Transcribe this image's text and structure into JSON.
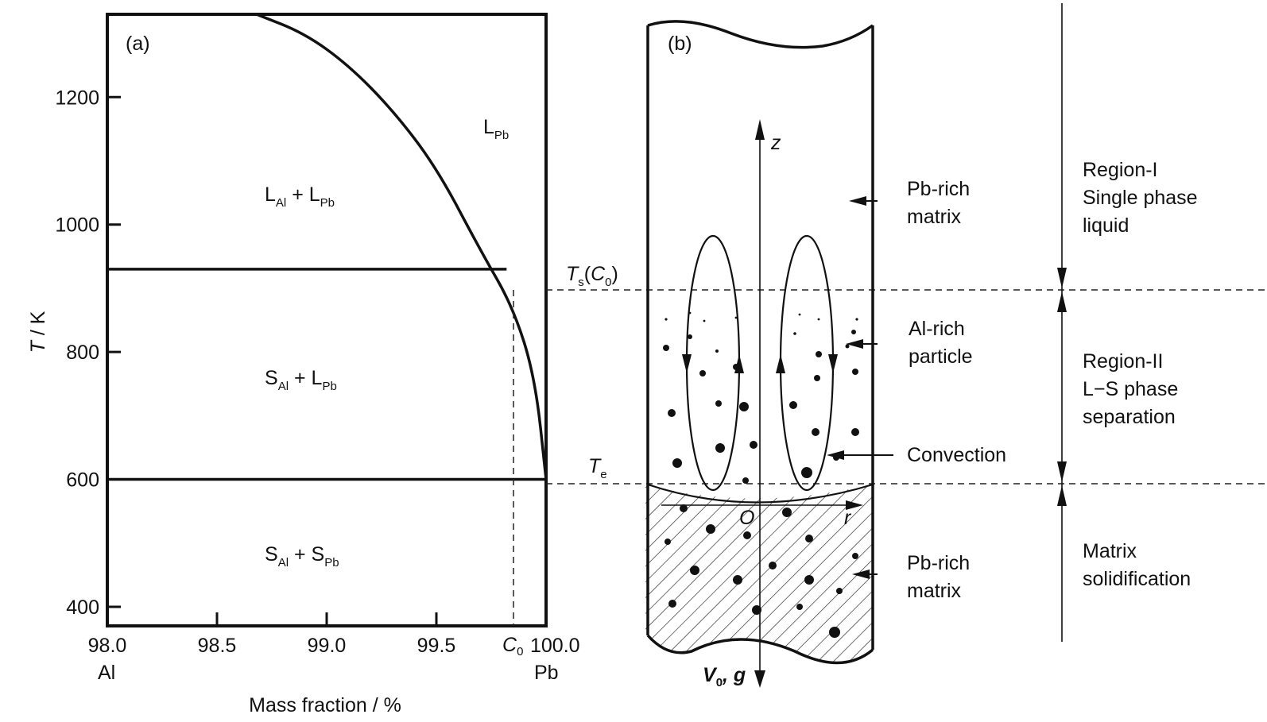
{
  "panel_a": {
    "label": "(a)",
    "chart_data": {
      "type": "line",
      "x_ticks": [
        "98.0",
        "98.5",
        "99.0",
        "99.5",
        "100.0"
      ],
      "x_end_labels": {
        "left": "Al",
        "right": "Pb"
      },
      "xlabel": "Mass fraction / %",
      "xlim": [
        98.0,
        100.0
      ],
      "y_ticks": [
        "400",
        "600",
        "800",
        "1000",
        "1200"
      ],
      "ylabel_italic": "T",
      "ylabel_rest": " / K",
      "ylim": [
        370,
        1330
      ],
      "c0_marker": {
        "main": "C",
        "sub": "0",
        "x": 99.85
      },
      "series": [
        {
          "name": "",
          "x": [
            98.68,
            98.9,
            99.1,
            99.3,
            99.5,
            99.7,
            99.85,
            99.95,
            100.0
          ],
          "y": [
            1330,
            1300,
            1250,
            1180,
            1090,
            960,
            870,
            760,
            600
          ]
        }
      ],
      "horizontal_lines": [
        {
          "y": 930,
          "x_from": 98.0,
          "x_to": 99.82
        },
        {
          "y": 600,
          "x_from": 98.0,
          "x_to": 100.0
        }
      ],
      "regions": [
        {
          "main": "L",
          "sub": "Pb",
          "rest": ""
        },
        {
          "main": "L",
          "sub": "Al",
          "rest": " + L",
          "sub2": "Pb"
        },
        {
          "main": "S",
          "sub": "Al",
          "rest": " + L",
          "sub2": "Pb"
        },
        {
          "main": "S",
          "sub": "Al",
          "rest": " + S",
          "sub2": "Pb"
        }
      ]
    }
  },
  "panel_b": {
    "label": "(b)",
    "ts_label": {
      "main": "T",
      "sub": "s",
      "rest_open": "(",
      "c": "C",
      "csub": "0",
      "rest_close": ")"
    },
    "te_label": {
      "main": "T",
      "sub": "e"
    },
    "axis_z": "z",
    "axis_r": "r",
    "origin": "O",
    "bottom_label": {
      "v": "V",
      "vsub": "0",
      "rest": ", g"
    },
    "callouts": [
      {
        "lines": [
          "Pb-rich",
          "matrix"
        ]
      },
      {
        "lines": [
          "Al-rich",
          "particle"
        ]
      },
      {
        "lines": [
          "Convection"
        ]
      },
      {
        "lines": [
          "Pb-rich",
          "matrix"
        ]
      }
    ],
    "regions": [
      {
        "lines": [
          "Region-I",
          "Single phase",
          "liquid"
        ]
      },
      {
        "lines": [
          "Region-II",
          "L−S phase",
          "separation"
        ]
      },
      {
        "lines": [
          "Matrix",
          "solidification"
        ]
      }
    ]
  }
}
